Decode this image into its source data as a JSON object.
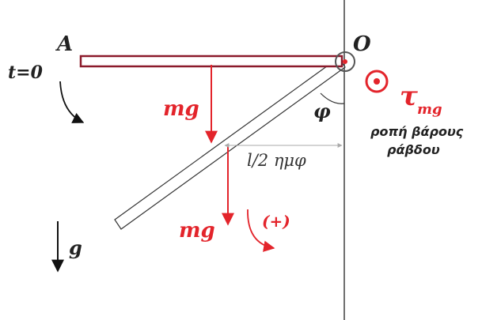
{
  "labels": {
    "point_a": "A",
    "point_o": "O",
    "time": "t=0",
    "weight_top": "mg",
    "weight_bottom": "mg",
    "angle": "φ",
    "lever_arm": "l/2 ημφ",
    "positive_direction": "(+)",
    "gravity": "g",
    "torque_symbol": "τ",
    "torque_subscript": "mg",
    "torque_caption_line1": "ροπή βάρους",
    "torque_caption_line2": "ράβδου"
  },
  "colors": {
    "rod_horizontal": "#8b1a2b",
    "rod_rotated": "#333333",
    "force_arrows": "#e3242b",
    "text_red": "#e3242b",
    "text_dark": "#222222",
    "wall_line": "#222222",
    "pivot": "#555555"
  },
  "icons": {
    "pivot": "pivot-circle-icon",
    "torque": "out-of-page-dot-icon",
    "rotation": "curved-arrow-icon"
  }
}
